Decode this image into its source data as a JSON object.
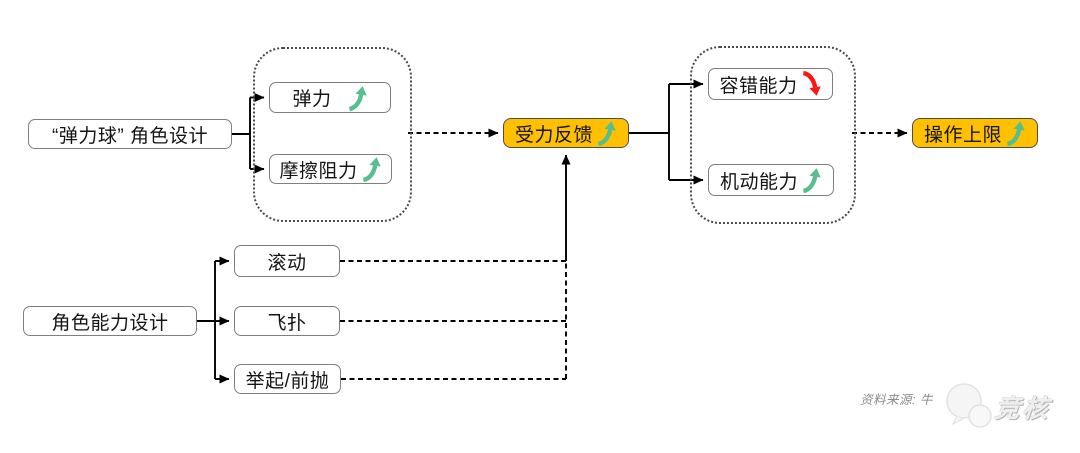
{
  "colors": {
    "accent_orange": "#FFC000",
    "arrow_up_green": "#57BE8E",
    "arrow_down_red": "#FF1414",
    "box_border_gray": "#7F7F7F",
    "line_black": "#000000"
  },
  "nodes": {
    "role_design": {
      "label": "“弹力球” 角色设计"
    },
    "elastic": {
      "label": "弹力",
      "trend": "up"
    },
    "friction": {
      "label": "摩擦阻力",
      "trend": "up"
    },
    "force_feedback": {
      "label": "受力反馈",
      "trend": "up"
    },
    "fault_tolerance": {
      "label": "容错能力",
      "trend": "down"
    },
    "mobility": {
      "label": "机动能力",
      "trend": "up"
    },
    "operation_ceiling": {
      "label": "操作上限",
      "trend": "up"
    },
    "ability_design": {
      "label": "角色能力设计"
    },
    "roll": {
      "label": "滚动"
    },
    "dive": {
      "label": "飞扑"
    },
    "lift_throw": {
      "label": "举起/前抛"
    }
  },
  "footer": {
    "source_text": "资料来源: 牛",
    "watermark": "竞核"
  }
}
